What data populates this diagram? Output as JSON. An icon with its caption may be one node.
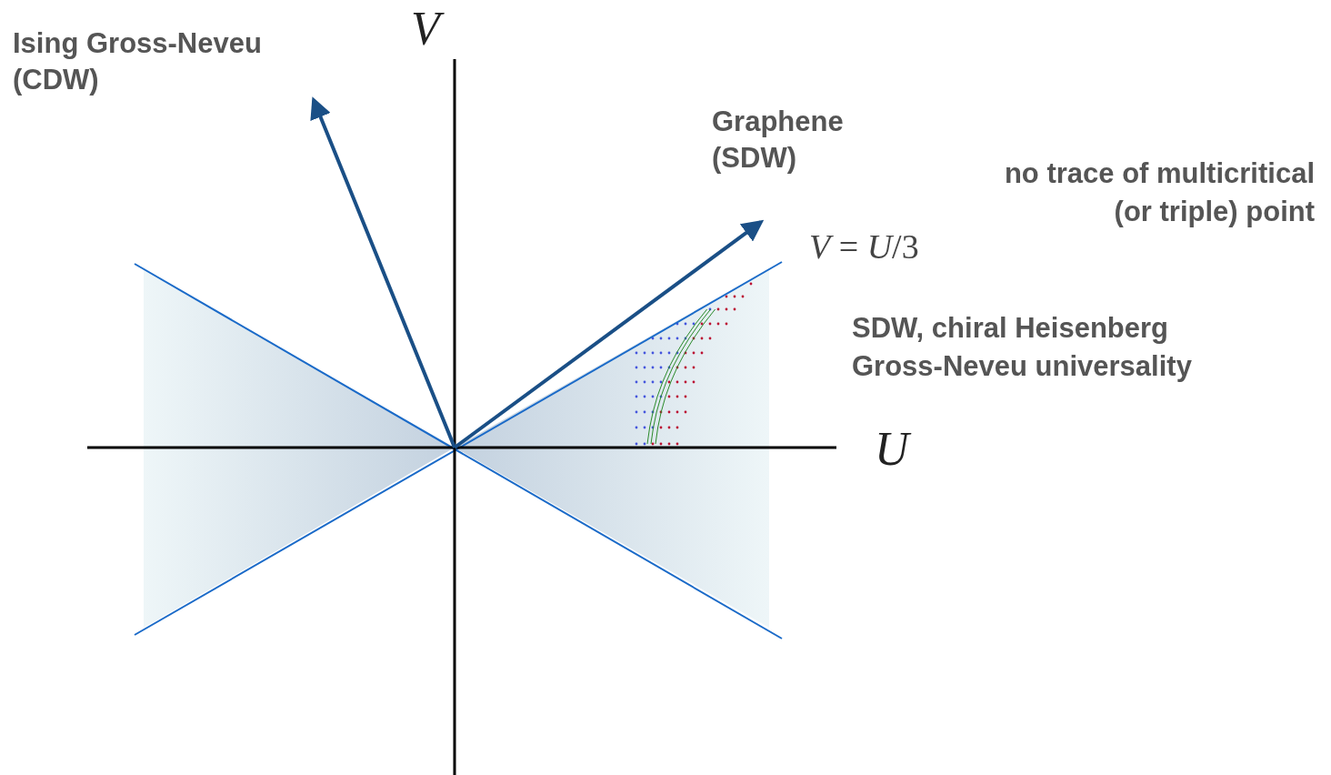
{
  "diagram": {
    "nodes": [
      {
        "text": [
          "Ising Gross-Neveu (CDW)"
        ]
      },
      {
        "text": [
          "Graphene (SDW)"
        ]
      },
      {
        "text": [],
        "shape": "picture"
      }
    ],
    "edges": [
      {
        "from": 2,
        "to": 0,
        "arrow": "to"
      },
      {
        "from": 2,
        "to": 1,
        "arrow": "to"
      }
    ],
    "labels": [
      "V",
      "no trace of multicritical (or triple) point",
      "*V* = *U*/3",
      "SDW, chiral Heisenberg Gross-Neveu universality",
      "U"
    ]
  }
}
